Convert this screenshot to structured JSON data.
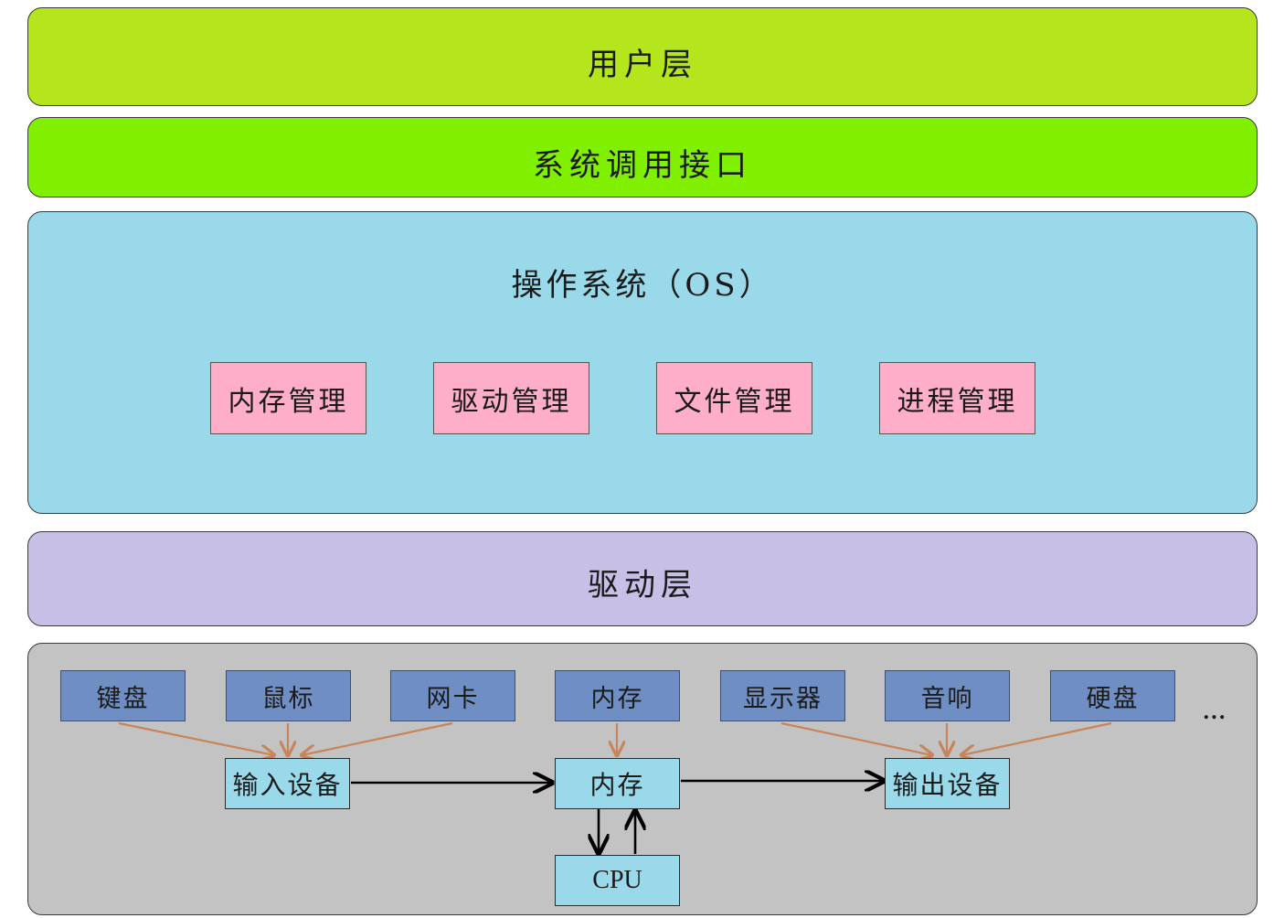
{
  "layers": {
    "user": "用户层",
    "syscall": "系统调用接口",
    "os": "操作系统（OS）",
    "driver": "驱动层"
  },
  "os_modules": [
    "内存管理",
    "驱动管理",
    "文件管理",
    "进程管理"
  ],
  "hardware": {
    "devices": [
      "键盘",
      "鼠标",
      "网卡",
      "内存",
      "显示器",
      "音响",
      "硬盘"
    ],
    "ellipsis": "...",
    "input_unit": "输入设备",
    "memory_unit": "内存",
    "output_unit": "输出设备",
    "cpu_unit": "CPU"
  },
  "colors": {
    "user_layer": "#b5e61d",
    "syscall_layer": "#80f000",
    "os_layer": "#99d9ea",
    "os_module": "#ffaec9",
    "driver_layer": "#c8bfe7",
    "hardware_layer": "#c3c3c3",
    "device_box": "#6f8fc4",
    "device_arrow": "#c8845a",
    "flow_arrow": "#000000"
  }
}
